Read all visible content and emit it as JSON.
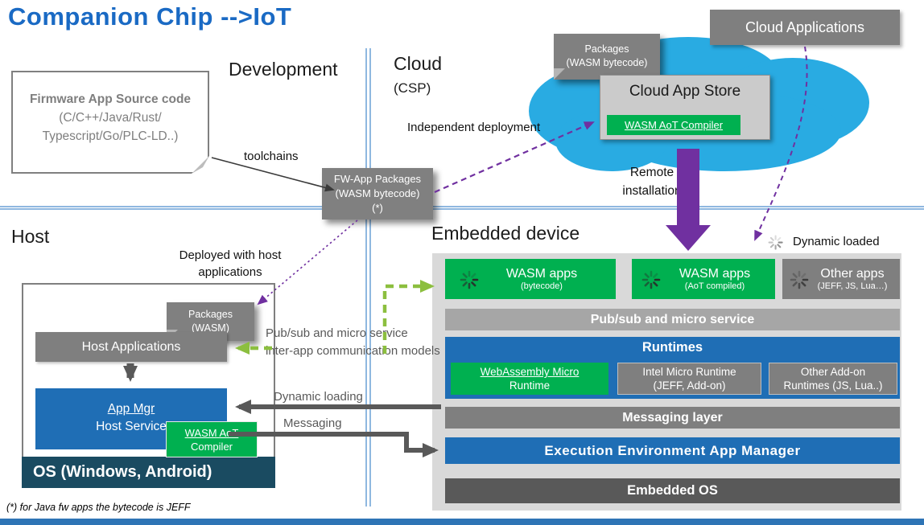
{
  "title": "Companion Chip -->IoT",
  "footnote": "(*) for Java fw apps the bytecode is JEFF",
  "colors": {
    "title_blue": "#1A6AC4",
    "separator_blue": "#8FB8E0",
    "bottom_bar_blue": "#2E74B5",
    "panel_blue": "#1F6EB5",
    "green": "#00B050",
    "gray": "#808080",
    "light_gray_panel": "#D9D9D9",
    "mid_gray_bar": "#A6A6A6",
    "dark_gray": "#595959",
    "os_teal": "#1A4B61",
    "purple": "#7030A0",
    "dashed_green": "#8CBF3F",
    "cloud_cyan": "#29ABE2"
  },
  "sections": {
    "development": "Development",
    "cloud": "Cloud",
    "cloud_sub": "(CSP)",
    "host": "Host",
    "embedded": "Embedded device"
  },
  "labels": {
    "toolchains": "toolchains",
    "independent_deployment": "Independent deployment",
    "remote_line1": "Remote",
    "remote_line2": "installation",
    "deployed_line1": "Deployed with host",
    "deployed_line2": "applications",
    "pubsub_line1": "Pub/sub and micro service",
    "pubsub_line2": "inter-app communication models",
    "dynamic_loading": "Dynamic loading",
    "messaging": "Messaging",
    "dynamic_loaded": "Dynamic loaded"
  },
  "development": {
    "firmware": {
      "line1": "Firmware App Source code",
      "line2": "(C/C++/Java/Rust/",
      "line3": "Typescript/Go/PLC-LD..)"
    },
    "fw_packages": {
      "line1": "FW-App Packages",
      "line2": "(WASM bytecode)",
      "line3": "(*)"
    }
  },
  "cloud": {
    "applications": "Cloud Applications",
    "packages": {
      "line1": "Packages",
      "line2": "(WASM bytecode)"
    },
    "store": "Cloud App Store",
    "compiler": "WASM AoT Compiler"
  },
  "host": {
    "packages": {
      "line1": "Packages",
      "line2": "(WASM)"
    },
    "applications": "Host Applications",
    "app_mgr": {
      "line1": "App Mgr",
      "line2": "Host Service"
    },
    "compiler": {
      "line1": "WASM AoT",
      "line2": "Compiler"
    },
    "os": "OS (Windows, Android)"
  },
  "embedded": {
    "apps": [
      {
        "title": "WASM apps",
        "subtitle": "(bytecode)"
      },
      {
        "title": "WASM apps",
        "subtitle": "(AoT compiled)"
      },
      {
        "title": "Other apps",
        "subtitle": "(JEFF, JS, Lua…)"
      }
    ],
    "pubsub_bar": "Pub/sub and micro service",
    "runtimes_title": "Runtimes",
    "runtimes": [
      {
        "line1": "WebAssembly Micro",
        "line2": "Runtime"
      },
      {
        "line1": "Intel Micro Runtime",
        "line2": "(JEFF, Add-on)"
      },
      {
        "line1": "Other Add-on",
        "line2": "Runtimes (JS, Lua..)"
      }
    ],
    "messaging_bar": "Messaging layer",
    "execution_bar": "Execution Environment App Manager",
    "os_bar": "Embedded OS"
  }
}
